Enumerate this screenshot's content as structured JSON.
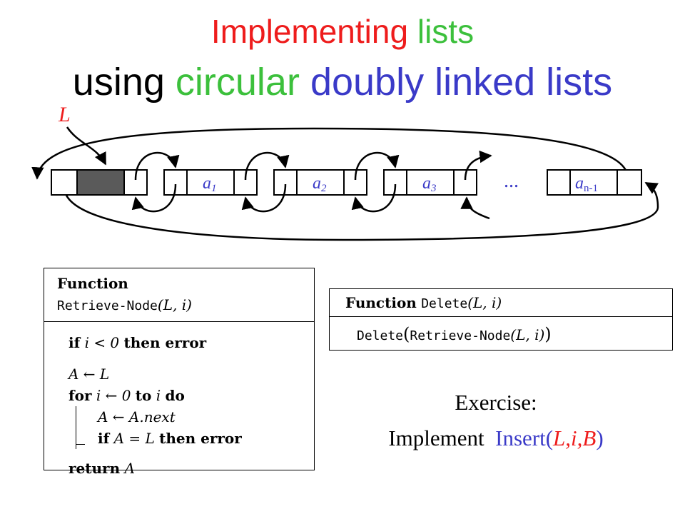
{
  "title": {
    "line1_word1": "Implementing",
    "line1_word2": "lists",
    "line2_word1": "using",
    "line2_word2": "circular",
    "line2_word3": "doubly linked lists"
  },
  "diagram": {
    "list_label": "L",
    "node_labels": [
      "a1",
      "a2",
      "a3"
    ],
    "ellipsis": "...",
    "last_label_base": "a",
    "last_label_sub": "n-1"
  },
  "retrieve_box": {
    "head_keyword": "Function",
    "head_name": "Retrieve-Node",
    "head_args": "(L, i)",
    "line1_if": "if",
    "line1_cond": "i < 0",
    "line1_rest": "then error",
    "line2": "A ← L",
    "line3_for": "for",
    "line3_mid": "i ← 0",
    "line3_to": "to",
    "line3_i": "i",
    "line3_do": "do",
    "line4": "A ← A.next",
    "line5_if": "if",
    "line5_cond": "A = L",
    "line5_rest": "then error",
    "line6_kw": "return",
    "line6_val": "A"
  },
  "delete_box": {
    "head_keyword": "Function",
    "head_name": "Delete",
    "head_args": "(L, i)",
    "body_outer": "Delete",
    "body_inner": "Retrieve-Node",
    "body_args": "(L, i)"
  },
  "exercise": {
    "line1": "Exercise:",
    "line2_plain": "Implement",
    "line2_func": "Insert(",
    "line2_args": "L,i,B",
    "line2_close": ")"
  },
  "colors": {
    "red": "#ee1c1c",
    "green": "#3cc03c",
    "blue": "#3a3ac8",
    "sentinel": "#5a5a5a"
  }
}
